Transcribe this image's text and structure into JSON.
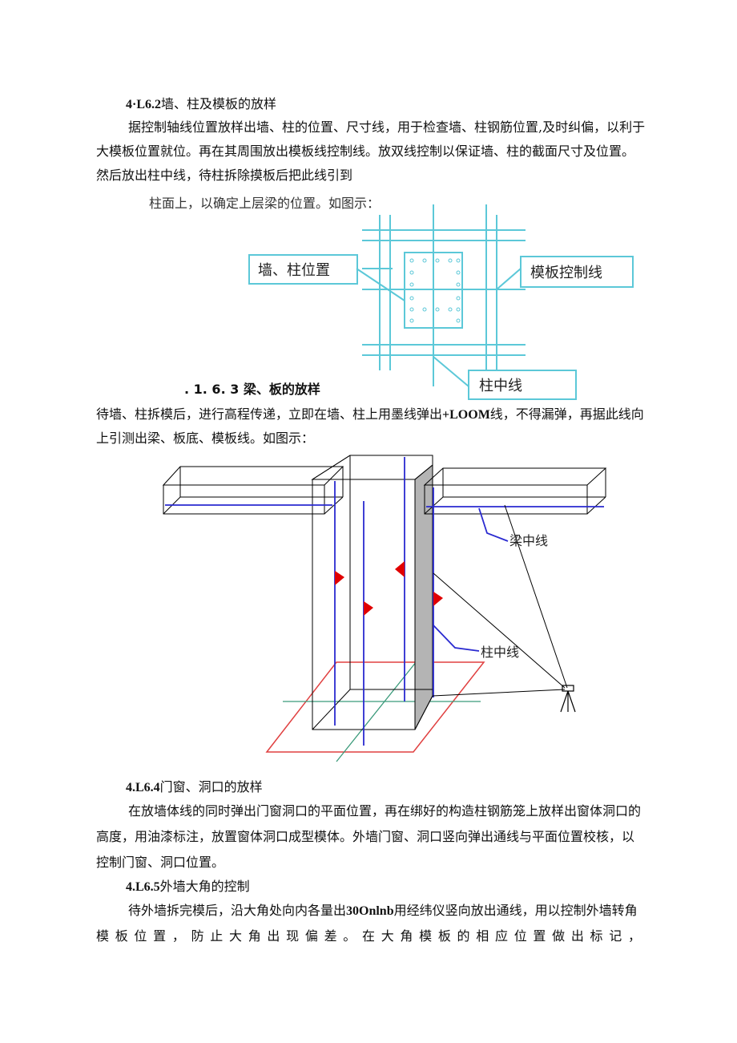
{
  "s1": {
    "heading_num": "4·L6.2",
    "heading_text": "墙、柱及模板的放样",
    "line1": "据控制轴线位置放样出墙、柱的位置、尺寸线，用于检查墙、柱钢筋位置,及时纠偏，以利于",
    "line2": "大模板位置就位。再在其周围放出模板线控制线。放双线控制以保证墙、柱的截面尺寸及位置。",
    "line3": "然后放出柱中线，待柱拆除摸板后把此线引到",
    "caption": "柱面上，以确定上层梁的位置。如图示："
  },
  "fig1": {
    "label_wall": "墙、柱位置",
    "label_formwork": "模板控制线",
    "label_center": "柱中线"
  },
  "s2": {
    "heading": ". 1. 6. 3 梁、板的放样",
    "line1_a": "待墙、柱拆模后，进行高程传递，立即在墙、柱上用墨线弹出",
    "line1_b": "+LOOM",
    "line1_c": "线，不得漏弹，再据此线向",
    "line2": "上引测出梁、板底、模板线。如图示："
  },
  "fig2": {
    "label_beam": "梁中线",
    "label_col": "柱中线"
  },
  "s3": {
    "heading_num": "4.L6.4",
    "heading_text": "门窗、洞口的放样",
    "line1": "在放墙体线的同时弹出门窗洞口的平面位置，再在绑好的构造柱钢筋笼上放样出窗体洞口的",
    "line2": "高度，用油漆标注，放置窗体洞口成型模体。外墙门窗、洞口竖向弹出通线与平面位置校核，以",
    "line3": "控制门窗、洞口位置。"
  },
  "s4": {
    "heading_num": "4.L6.5",
    "heading_text": "外墙大角的控制",
    "line1_a": "待外墙拆完模后，沿大角处向内各量出",
    "line1_b": "30Onlnb",
    "line1_c": "用经纬仪竖向放出通线，用以控制外墙转角",
    "line2": "模板位置，防止大角出现偏差。在大角模板的相应位置做出标记，"
  },
  "colors": {
    "cyan_line": "#5cc8d8",
    "blue_line": "#2a2ad0",
    "red_flag": "#e00000",
    "red_square": "#e04040",
    "green_line": "#3a9a7a",
    "gray_face": "#b4b4b4"
  }
}
